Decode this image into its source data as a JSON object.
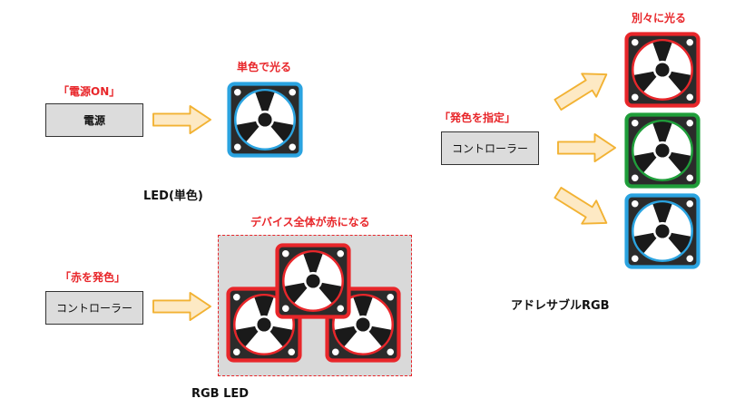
{
  "colors": {
    "red": "#e8262a",
    "green": "#1f9e3a",
    "blue": "#2aa3e0",
    "arrow_fill": "#fde9c4",
    "arrow_stroke": "#f2b233",
    "box_fill": "#dcdcdc"
  },
  "icons": {
    "fan": "fan-icon",
    "arrow": "arrow-right-icon"
  },
  "led": {
    "trigger_label": "「電源ON」",
    "source_box": "電源",
    "result_label": "単色で光る",
    "caption": "LED(単色)"
  },
  "rgb": {
    "trigger_label": "「赤を発色」",
    "source_box": "コントローラー",
    "result_label": "デバイス全体が赤になる",
    "caption": "RGB LED"
  },
  "addressable": {
    "trigger_label": "「発色を指定」",
    "source_box": "コントローラー",
    "result_label": "別々に光る",
    "caption": "アドレサブルRGB"
  }
}
